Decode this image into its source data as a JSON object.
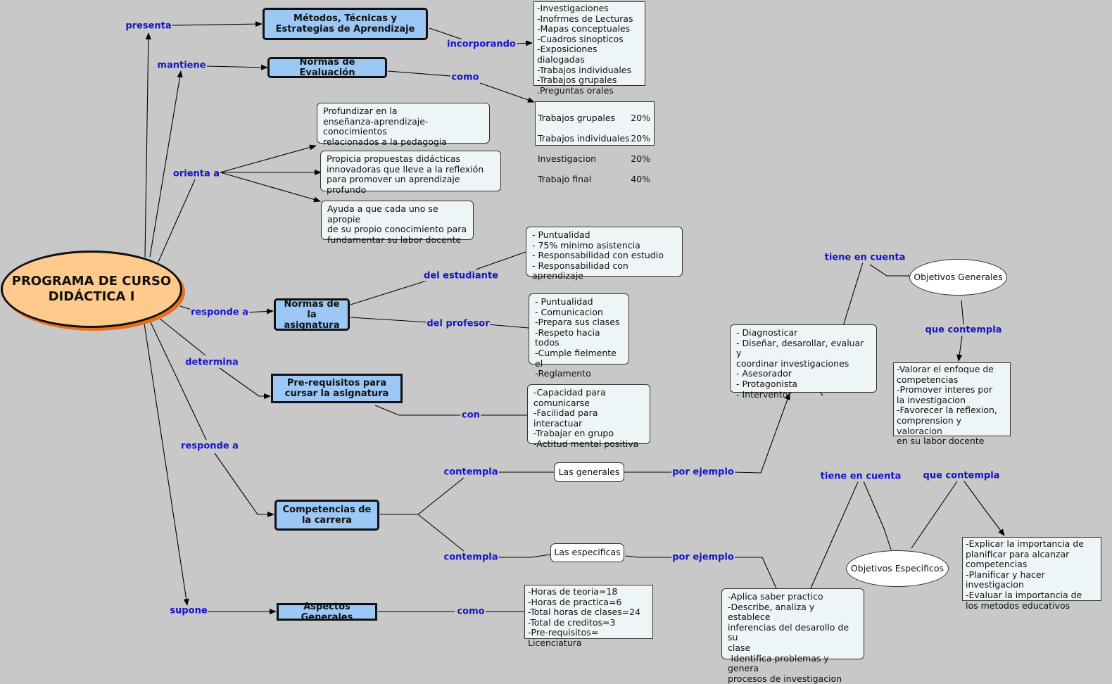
{
  "main": {
    "title": "PROGRAMA DE CURSO\nDIDÁCTICA I"
  },
  "concepts": {
    "metodos": "Métodos, Técnicas y Estrategias de Aprendizaje",
    "normas_eval": "Normas de Evaluación",
    "normas_asig": "Normas de la asignatura",
    "prerequisitos": "Pre-requisitos para cursar la asignatura",
    "competencias": "Competencias de la carrera",
    "aspectos": "Aspectos Generales",
    "las_generales": "Las generales",
    "las_especificas": "Las especificas",
    "obj_generales": "Objetivos Generales",
    "obj_especificos": "Objetivos Especificos"
  },
  "boxes": {
    "incorporando_list": "-Investigaciones\n-Inofrmes de Lecturas\n-Mapas conceptuales\n-Cuadros sinopticos\n-Exposiciones dialogadas\n-Trabajos individuales\n-Trabajos grupales\n.Preguntas orales",
    "orienta_1": "Profundizar en la\nenseñanza-aprendizaje-conocimientos\nrelacionados a la pedagogia",
    "orienta_2": "Propicia propuestas didácticas\ninnovadoras que lleve a la reflexión\npara promover un aprendizaje profundo",
    "orienta_3": "Ayuda a que cada uno se apropie\nde su propio conocimiento para\nfundamentar su labor docente",
    "estudiante": "- Puntualidad\n- 75% minimo asistencia\n- Responsabilidad con estudio\n- Responsabilidad con aprendizaje",
    "profesor": "- Puntualidad\n- Comunicacion\n-Prepara sus clases\n-Respeto hacia todos\n-Cumple fielmente el\n-Reglamento",
    "con_list": "-Capacidad para\n comunicarse\n-Facilidad para interactuar\n-Trabajar en grupo\n-Actitud mental positiva",
    "generales_ej": "- Diagnosticar\n- Diseñar, desarollar, evaluar y\n  coordinar investigaciones\n- Asesorador\n- Protagonista\n- Interventor",
    "obj_gen_list": "-Valorar el enfoque de\n competencias\n-Promover interes por\n la investigacion\n-Favorecer la reflexion,\n comprension y valoracion\n en su labor docente",
    "especificas_ej": "-Aplica saber practico\n-Describe, analiza y establece\n inferencias del desarollo de su\n clase\n-Identifica problemas y genera\n procesos de investigacion",
    "obj_esp_list": "-Explicar la importancia de\n planificar para alcanzar\n competencias\n-Planificar y hacer investigacion\n-Evaluar la importancia de\n los metodos educativos",
    "aspectos_list": "-Horas de teoria=18\n-Horas de practica=6\n-Total horas de clases=24\n-Total de creditos=3\n-Pre-requisitos= Licenciatura"
  },
  "evaluation": [
    {
      "item": "Trabajos grupales",
      "pct": "20%"
    },
    {
      "item": "Trabajos individuales",
      "pct": "20%"
    },
    {
      "item": "Investigacion",
      "pct": "20%"
    },
    {
      "item": "Trabajo final",
      "pct": "40%"
    }
  ],
  "links": {
    "presenta": "presenta",
    "mantiene": "mantiene",
    "orienta_a": "orienta a",
    "responde_a_1": "responde a",
    "determina": "determina",
    "responde_a_2": "responde a",
    "supone": "supone",
    "incorporando": "incorporando",
    "como_eval": "como",
    "del_estudiante": "del estudiante",
    "del_profesor": "del profesor",
    "con": "con",
    "contempla_1": "contempla",
    "contempla_2": "contempla",
    "por_ejemplo_1": "por ejemplo",
    "por_ejemplo_2": "por ejemplo",
    "tiene_en_cuenta_1": "tiene en cuenta",
    "que_contempla_1": "que contempla",
    "tiene_en_cuenta_2": "tiene en cuenta",
    "que_contempla_2": "que contempla",
    "como_aspectos": "como"
  }
}
